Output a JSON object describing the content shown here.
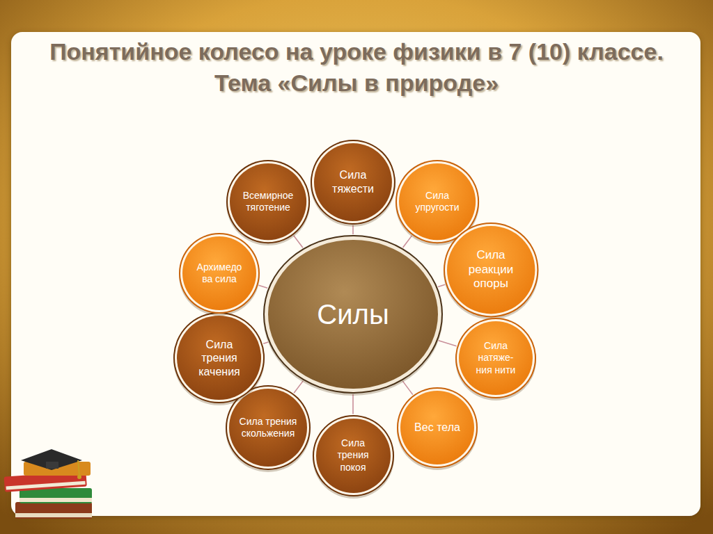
{
  "diagram": {
    "title": "Понятийное колесо на уроке физики в 7 (10) классе. Тема «Силы в природе»",
    "nodes": [
      {
        "text": [
          "Силы"
        ]
      },
      {
        "text": [
          "Сила тяжести"
        ]
      },
      {
        "text": [
          "Сила упругости"
        ]
      },
      {
        "text": [
          "Сила реакции опоры"
        ]
      },
      {
        "text": [
          "Сила натяже-ния нити"
        ]
      },
      {
        "text": [
          "Вес тела"
        ]
      },
      {
        "text": [
          "Сила трения покоя"
        ]
      },
      {
        "text": [
          "Сила трения скольжения"
        ]
      },
      {
        "text": [
          "Сила трения качения"
        ]
      },
      {
        "text": [
          "Архимедо ва сила"
        ]
      },
      {
        "text": [
          "Всемирное тяготение"
        ]
      }
    ],
    "edges": [
      {
        "from": 0,
        "to": 1,
        "arrow": "none"
      },
      {
        "from": 0,
        "to": 2,
        "arrow": "none"
      },
      {
        "from": 0,
        "to": 3,
        "arrow": "none"
      },
      {
        "from": 0,
        "to": 4,
        "arrow": "none"
      },
      {
        "from": 0,
        "to": 5,
        "arrow": "none"
      },
      {
        "from": 0,
        "to": 6,
        "arrow": "none"
      },
      {
        "from": 0,
        "to": 7,
        "arrow": "none"
      },
      {
        "from": 0,
        "to": 8,
        "arrow": "none"
      },
      {
        "from": 0,
        "to": 9,
        "arrow": "none"
      },
      {
        "from": 0,
        "to": 10,
        "arrow": "none"
      }
    ]
  }
}
